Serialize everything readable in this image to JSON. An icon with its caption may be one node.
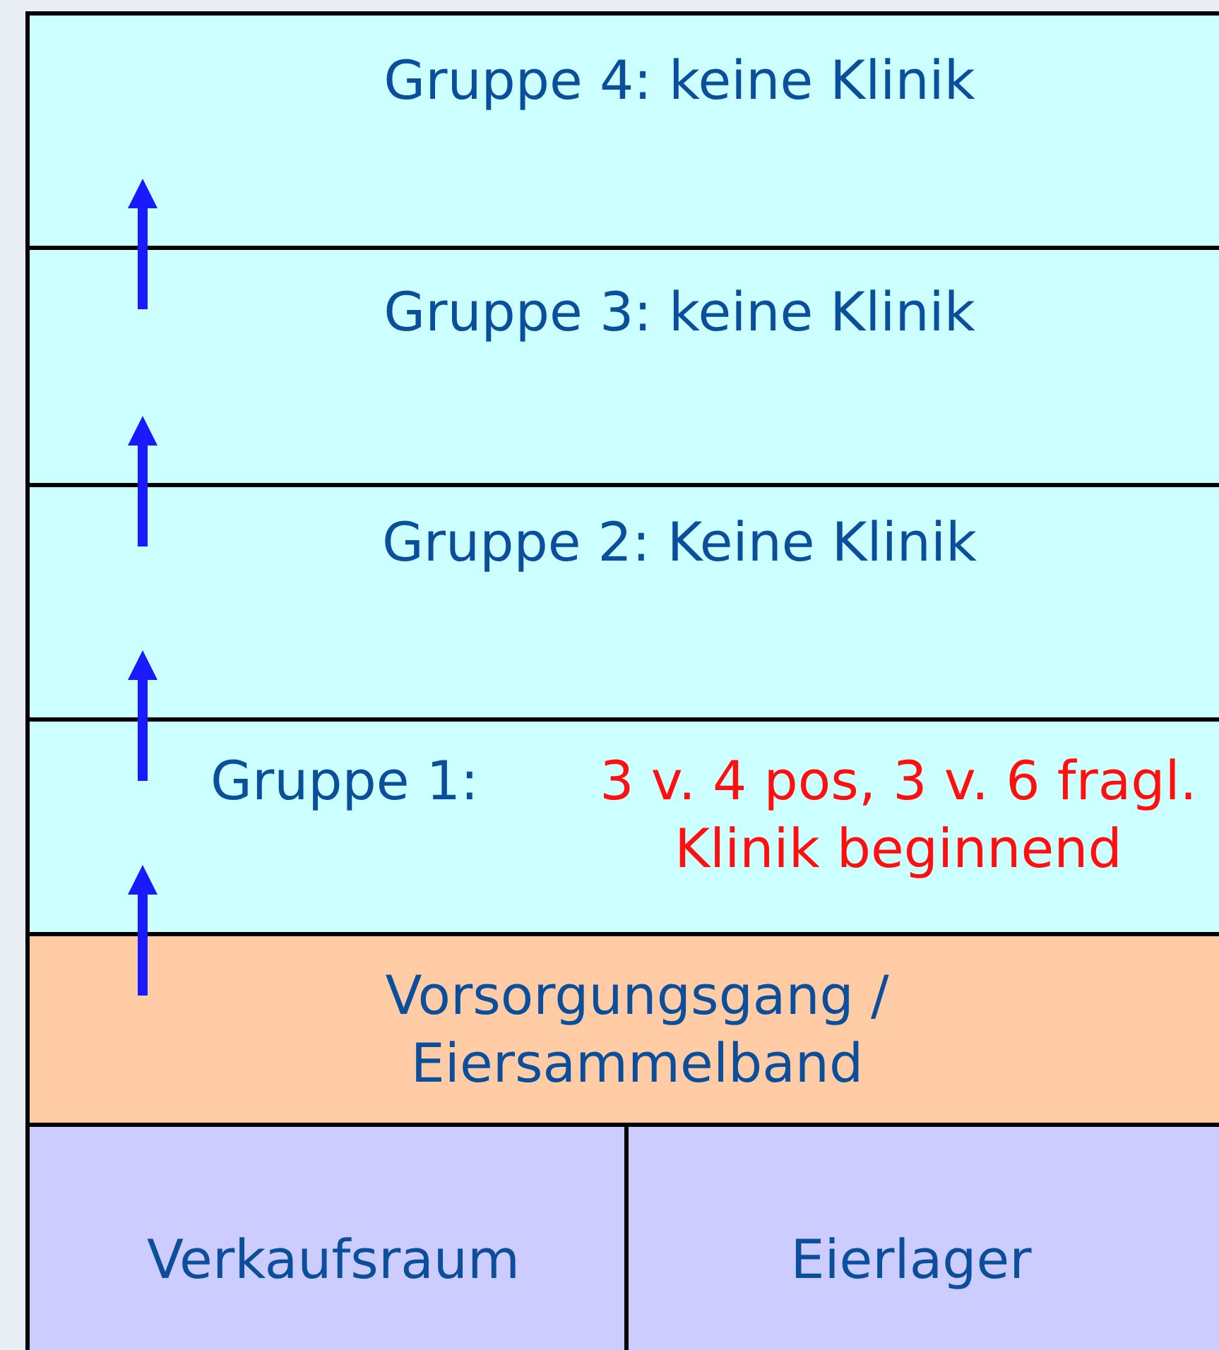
{
  "diagram": {
    "nodes": [
      {
        "text": [
          "Gruppe 4: keine Klinik"
        ]
      },
      {
        "text": [
          "Gruppe 3: keine Klinik"
        ]
      },
      {
        "text": [
          "Gruppe 2: Keine Klinik"
        ]
      },
      {
        "text": [
          "Gruppe 1:",
          "3 v. 4 pos, 3 v. 6 fragl. Klinik beginnend"
        ]
      },
      {
        "text": [
          "Vorsorgungsgang / Eiersammelband"
        ]
      },
      {
        "text": [
          "Verkaufsraum"
        ]
      },
      {
        "text": [
          "Eierlager"
        ]
      }
    ],
    "edges": [
      {
        "from": 4,
        "to": 3,
        "arrow": "to"
      },
      {
        "from": 3,
        "to": 2,
        "arrow": "to"
      },
      {
        "from": 2,
        "to": 1,
        "arrow": "to"
      },
      {
        "from": 1,
        "to": 0,
        "arrow": "to"
      }
    ]
  }
}
